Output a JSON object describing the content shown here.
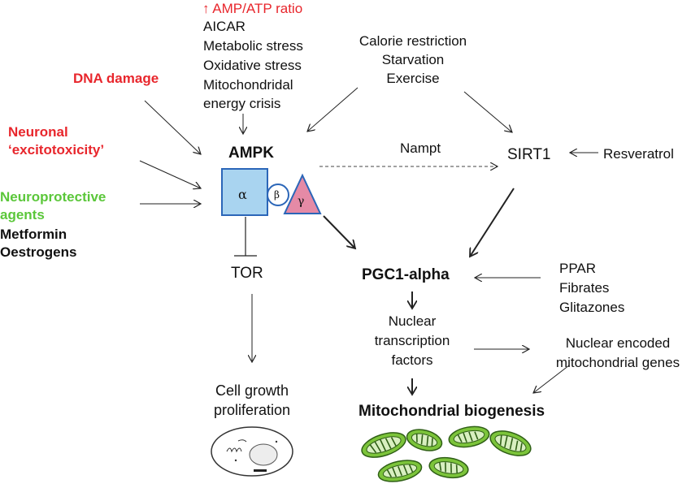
{
  "amp_atp_ratio": "AMP/ATP ratio",
  "stress_list": [
    "AICAR",
    "Metabolic stress",
    "Oxidative stress",
    "Mitochondridal",
    "energy crisis"
  ],
  "calorie_list": [
    "Calorie restriction",
    "Starvation",
    "Exercise"
  ],
  "dna_damage": "DNA damage",
  "neuronal": [
    "Neuronal",
    "‘excitotoxicity’"
  ],
  "neuroprotective": [
    "Neuroprotective",
    "agents"
  ],
  "metformin": "Metformin",
  "oestrogens": "Oestrogens",
  "ampk": "AMPK",
  "alpha": "α",
  "beta": "β",
  "gamma": "γ",
  "nampt": "Nampt",
  "sirt1": "SIRT1",
  "resveratrol": "Resveratrol",
  "tor": "TOR",
  "pgc1": "PGC1-alpha",
  "ppar_list": [
    "PPAR",
    "Fibrates",
    "Glitazones"
  ],
  "nuclear_tf": [
    "Nuclear",
    "transcription",
    "factors"
  ],
  "nuclear_genes": [
    "Nuclear encoded",
    "mitochondrial genes"
  ],
  "cell_growth": [
    "Cell growth",
    "proliferation"
  ],
  "mito_biogenesis": "Mitochondrial biogenesis",
  "colors": {
    "red": "#e8262c",
    "green": "#5bc73a",
    "alpha_box": "#a9d4f0",
    "gamma_tri": "#e58aa6",
    "mito": "#7cc43a"
  }
}
